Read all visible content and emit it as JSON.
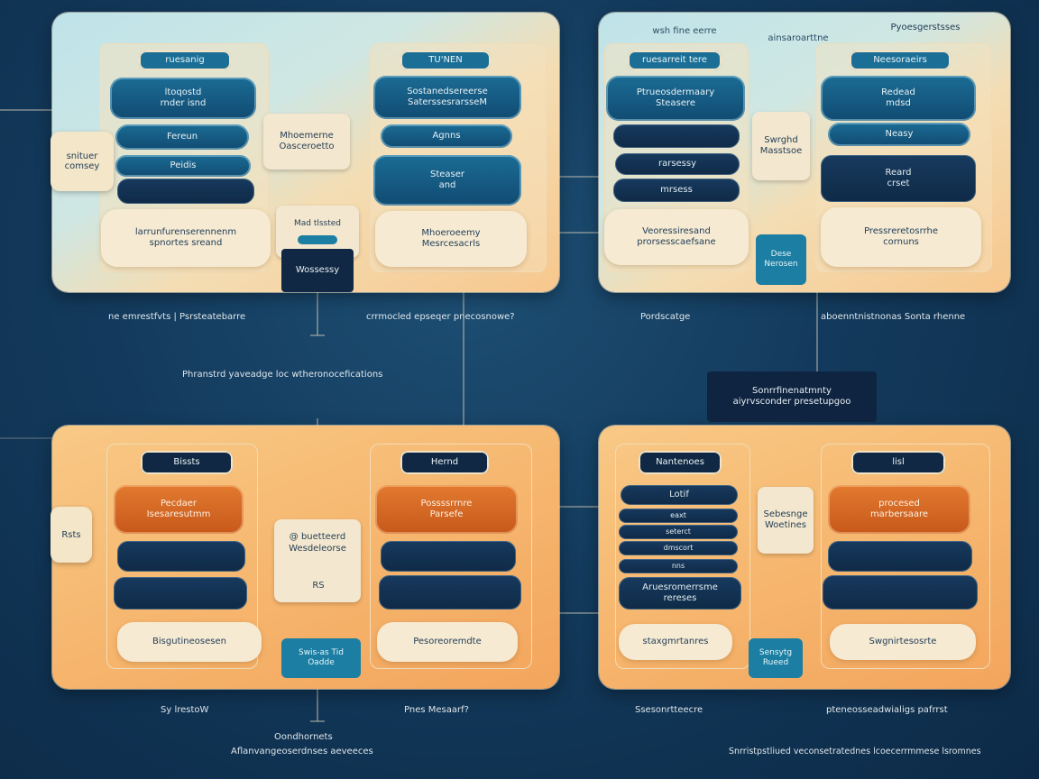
{
  "colors": {
    "background": "#133a5c",
    "panel_top": "#bfe3ea",
    "panel_bottom": "#f6b56d",
    "blue_node": "#1b6c95",
    "navy_node": "#102843",
    "orange_node": "#d96a25",
    "cream_node": "#f6ead2",
    "line": "#e9dcc2"
  },
  "side_tag": "snituer\ncomsey",
  "panels": {
    "top_left": {
      "left_header": "ruesanig",
      "left_node_1": "ltoqostd\nrnder isnd",
      "left_node_2": "Fereun",
      "left_node_3": "Peidis",
      "left_node_4": "",
      "left_footer": "larrunfurenserennenm\nspnortes sreand",
      "mid_note": "Mhoemerne\nOasceroetto",
      "mid_note_2": "Mad tlssted",
      "mid_button": "Wossessy",
      "right_header": "TU'NEN",
      "right_node_1": "Sostanedsereerse\nSaterssesrarsseM",
      "right_node_2": "Agnns",
      "right_node_3": "Steaser\nand",
      "right_footer": "Mhoeroeemy\nMesrcesacrls"
    },
    "top_right": {
      "header_a": "wsh fine eerre",
      "header_b": "ainsaroarttne",
      "header_c": "Pyoesgerstsses",
      "left_header": "ruesarreit tere",
      "left_node_1": "Ptrueosdermaary\nSteasere",
      "left_node_2": "",
      "left_node_3": "rarsessy",
      "left_node_4": "mrsess",
      "left_footer": "Veoressiresand\nprorsesscaefsane",
      "mid_note": "Swrghd\nMasstsoe",
      "mid_teal": "Dese\nNerosen",
      "right_header": "Neesoraeirs",
      "right_node_1": "Redead\nmdsd",
      "right_node_2": "Neasy",
      "right_node_3": "Reard\ncrset",
      "right_footer": "Pressreretosrrhe\ncornuns"
    },
    "bottom_left": {
      "left_header": "Bissts",
      "left_node_1": "Pecdaer\nIsesaresutmm",
      "left_node_2": "",
      "left_node_3": "",
      "left_footer": "Bisgutineosesen",
      "left_tag": "Rsts",
      "mid_note": "@ buetteerd\nWesdeleorse",
      "mid_note_2": "RS",
      "mid_teal": "Swis-as Tid\nOadde",
      "right_header": "Hernd",
      "right_node_1": "Possssrrnre\nParsefe",
      "right_node_2": "",
      "right_node_3": "",
      "right_footer": "Pesoreoremdte"
    },
    "bottom_right": {
      "left_header": "Nantenoes",
      "bar_1": "Lotif",
      "bar_2": "eaxt",
      "bar_3": "seterct",
      "bar_4": "dmscort",
      "bar_5": "nns",
      "left_node": "Aruesromerrsme\nrereses",
      "left_footer": "staxgmrtanres",
      "mid_note": "Sebesnge\nWoetines",
      "mid_teal": "Sensytg\nRueed",
      "right_header": "lisl",
      "right_node_1": "procesed\nmarbersaare",
      "right_node_2": "",
      "right_node_3": "",
      "right_footer": "Swgnirtesosrte"
    }
  },
  "captions": {
    "tl_left": "ne emrestfvts | Psrsteatebarre",
    "tl_right": "crrmocled epseqer pnecosnowe?",
    "tr_left": "Pordscatge",
    "tr_right": "aboenntnistnonas Sonta rhenne",
    "middle": "Phranstrd yaveadge loc wtheronocefications",
    "tooltip_line_1": "Sonrrfinenatmnty",
    "tooltip_line_2": "aiyrvsconder presetupgoo",
    "bl_left": "Sy lrestoW",
    "bl_center_1": "Oondhornets",
    "bl_center_2": "Aflanvangeoserdnses aeveeces",
    "bl_right": "Pnes Mesaarf?",
    "br_left": "Ssesonrtteecre",
    "br_right": "pteneosseadwialigs pafrrst",
    "br_footer": "Snrristpstliued veconsetratednes lcoecerrmmese lsromnes"
  }
}
